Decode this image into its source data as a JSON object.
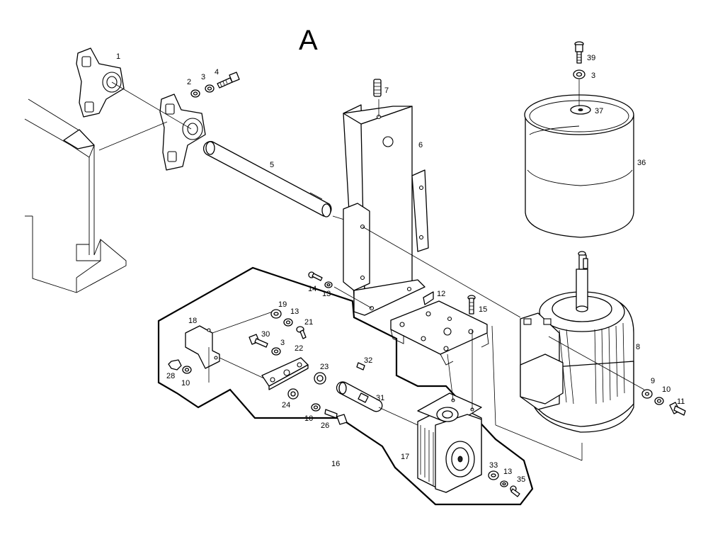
{
  "title": "A",
  "callouts": [
    {
      "id": "c1",
      "text": "1"
    },
    {
      "id": "c2",
      "text": "2"
    },
    {
      "id": "c3a",
      "text": "3"
    },
    {
      "id": "c4",
      "text": "4"
    },
    {
      "id": "c5",
      "text": "5"
    },
    {
      "id": "c6",
      "text": "6"
    },
    {
      "id": "c7",
      "text": "7"
    },
    {
      "id": "c8",
      "text": "8"
    },
    {
      "id": "c9",
      "text": "9"
    },
    {
      "id": "c10a",
      "text": "10"
    },
    {
      "id": "c10b",
      "text": "10"
    },
    {
      "id": "c10c",
      "text": "10"
    },
    {
      "id": "c11",
      "text": "11"
    },
    {
      "id": "c12",
      "text": "12"
    },
    {
      "id": "c13a",
      "text": "13"
    },
    {
      "id": "c13b",
      "text": "13"
    },
    {
      "id": "c13c",
      "text": "13"
    },
    {
      "id": "c14",
      "text": "14"
    },
    {
      "id": "c15",
      "text": "15"
    },
    {
      "id": "c16",
      "text": "16"
    },
    {
      "id": "c17",
      "text": "17"
    },
    {
      "id": "c18",
      "text": "18"
    },
    {
      "id": "c19",
      "text": "19"
    },
    {
      "id": "c21",
      "text": "21"
    },
    {
      "id": "c22",
      "text": "22"
    },
    {
      "id": "c23",
      "text": "23"
    },
    {
      "id": "c24",
      "text": "24"
    },
    {
      "id": "c26",
      "text": "26"
    },
    {
      "id": "c28",
      "text": "28"
    },
    {
      "id": "c30",
      "text": "30"
    },
    {
      "id": "c3b",
      "text": "3"
    },
    {
      "id": "c31",
      "text": "31"
    },
    {
      "id": "c32",
      "text": "32"
    },
    {
      "id": "c33",
      "text": "33"
    },
    {
      "id": "c35",
      "text": "35"
    },
    {
      "id": "c36",
      "text": "36"
    },
    {
      "id": "c37",
      "text": "37"
    },
    {
      "id": "c39",
      "text": "39"
    },
    {
      "id": "c3c",
      "text": "3"
    }
  ]
}
